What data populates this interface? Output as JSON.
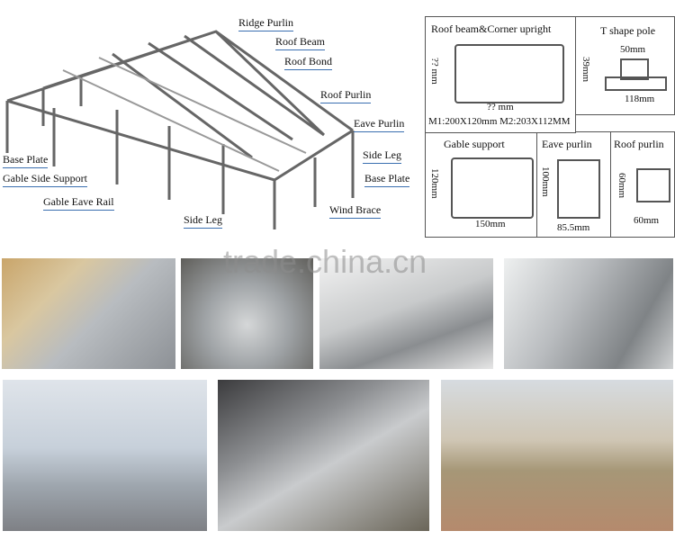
{
  "diagram": {
    "labels": {
      "ridge_purlin": "Ridge Purlin",
      "roof_beam": "Roof Beam",
      "roof_bond": "Roof Bond",
      "roof_purlin": "Roof Purlin",
      "eave_purlin": "Eave Purlin",
      "side_leg_right": "Side Leg",
      "base_plate_right": "Base Plate",
      "base_plate_left": "Base Plate",
      "gable_side_support": "Gable Side Support",
      "gable_eave_rail": "Gable Eave Rail",
      "side_leg_bottom": "Side Leg",
      "wind_brace": "Wind Brace"
    }
  },
  "specs": {
    "roof_beam": {
      "title": "Roof beam&Corner upright",
      "height": "?? mm",
      "width": "?? mm",
      "note": "M1:200X120mm  M2:203X112MM"
    },
    "t_pole": {
      "title": "T shape pole",
      "top": "50mm",
      "height": "39mm",
      "width": "118mm"
    },
    "gable_support": {
      "title": "Gable support",
      "height": "120mm",
      "width": "150mm"
    },
    "eave_purlin": {
      "title": "Eave purlin",
      "height": "100mm",
      "width": "85.5mm"
    },
    "roof_purlin": {
      "title": "Roof purlin",
      "height": "60mm",
      "width": "60mm"
    }
  },
  "watermark": "trade.china.cn"
}
